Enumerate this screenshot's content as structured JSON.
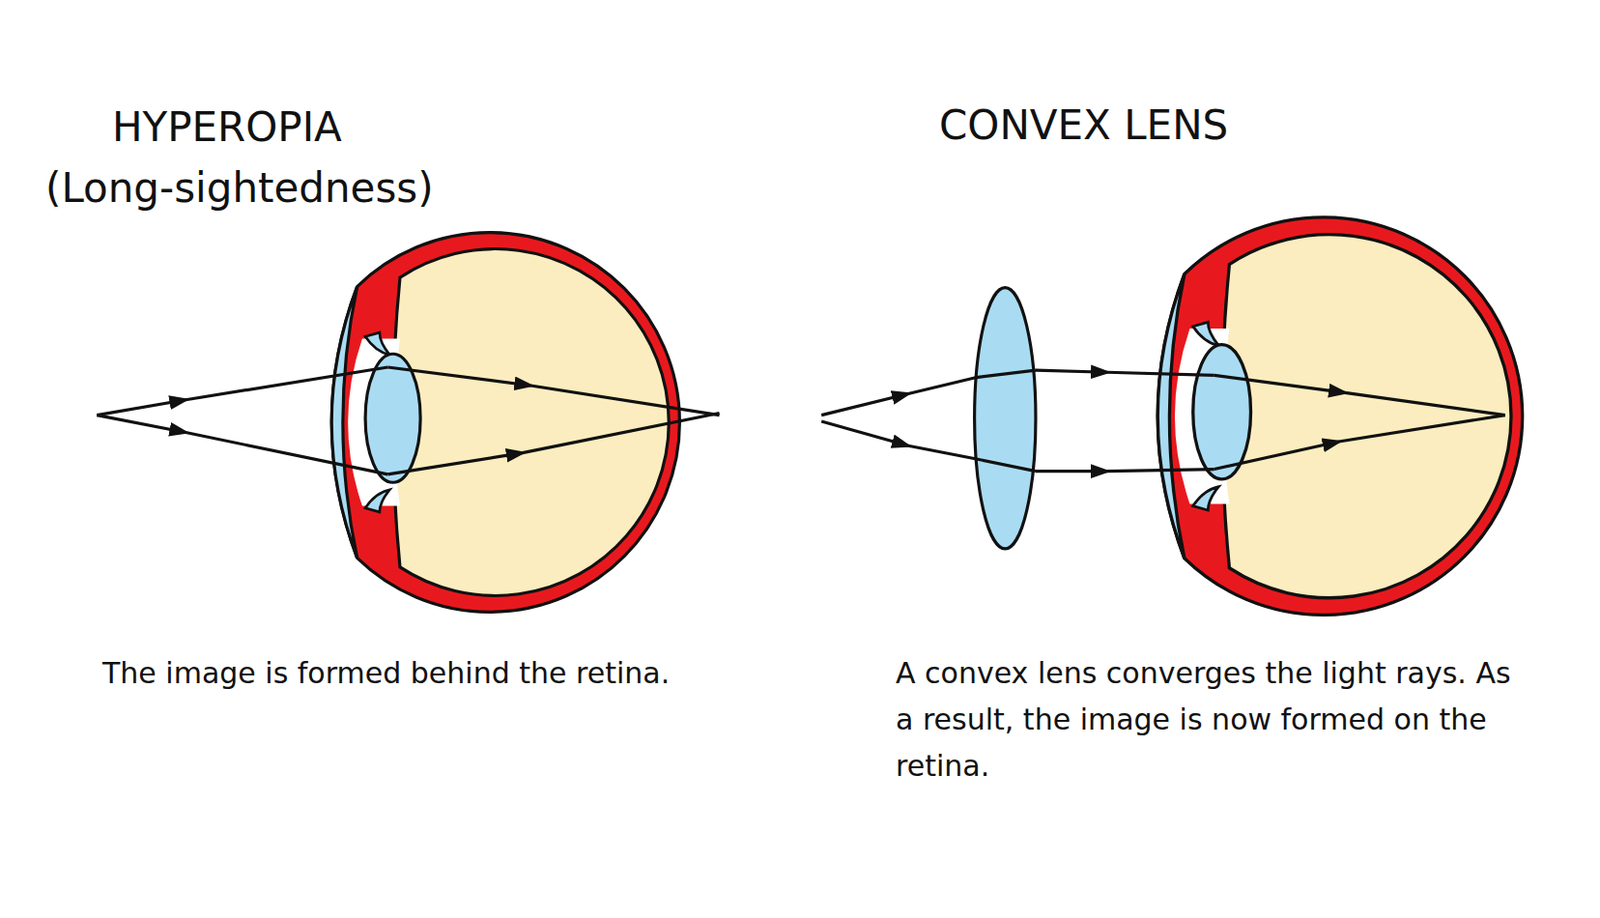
{
  "diagram": {
    "labels": [
      "HYPEROPIA",
      "(Long-sightedness)",
      "CONVEX LENS",
      "The image is formed behind the retina.",
      "A convex lens converges the light rays. As a result, the image is now formed on the retina."
    ]
  }
}
